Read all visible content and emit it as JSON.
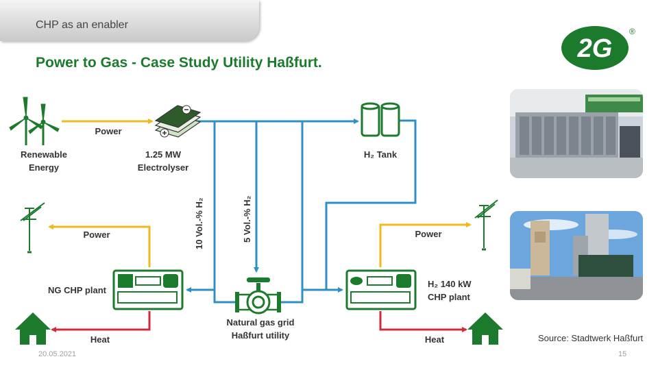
{
  "header": {
    "section_label": "CHP as an enabler"
  },
  "title": "Power to Gas - Case Study Utility Haßfurt.",
  "logo": {
    "text": "2G",
    "registered_mark": "®",
    "color": "#1c7a2c"
  },
  "diagram": {
    "renewable_label_line1": "Renewable",
    "renewable_label_line2": "Energy",
    "power_label_top": "Power",
    "electrolyser_line1": "1.25 MW",
    "electrolyser_line2": "Electrolyser",
    "tank_label": "H₂ Tank",
    "vol10_label": "10 Vol.-% H₂",
    "vol5_label": "5 Vol.-% H₂",
    "power_label_left": "Power",
    "power_label_right": "Power",
    "ng_chp_label": "NG CHP plant",
    "h2_chp_line1": "H₂ 140 kW",
    "h2_chp_line2": "CHP plant",
    "grid_line1": "Natural gas grid",
    "grid_line2": "Haßfurt utility",
    "heat_label_left": "Heat",
    "heat_label_right": "Heat",
    "colors": {
      "gas": "#2f8fc4",
      "power": "#f0b91d",
      "heat": "#d4283b",
      "green": "#1c7a2c"
    }
  },
  "source": "Source: Stadtwerk Haßfurt",
  "footer": {
    "date": "20.05.2021",
    "page_number": "15"
  }
}
